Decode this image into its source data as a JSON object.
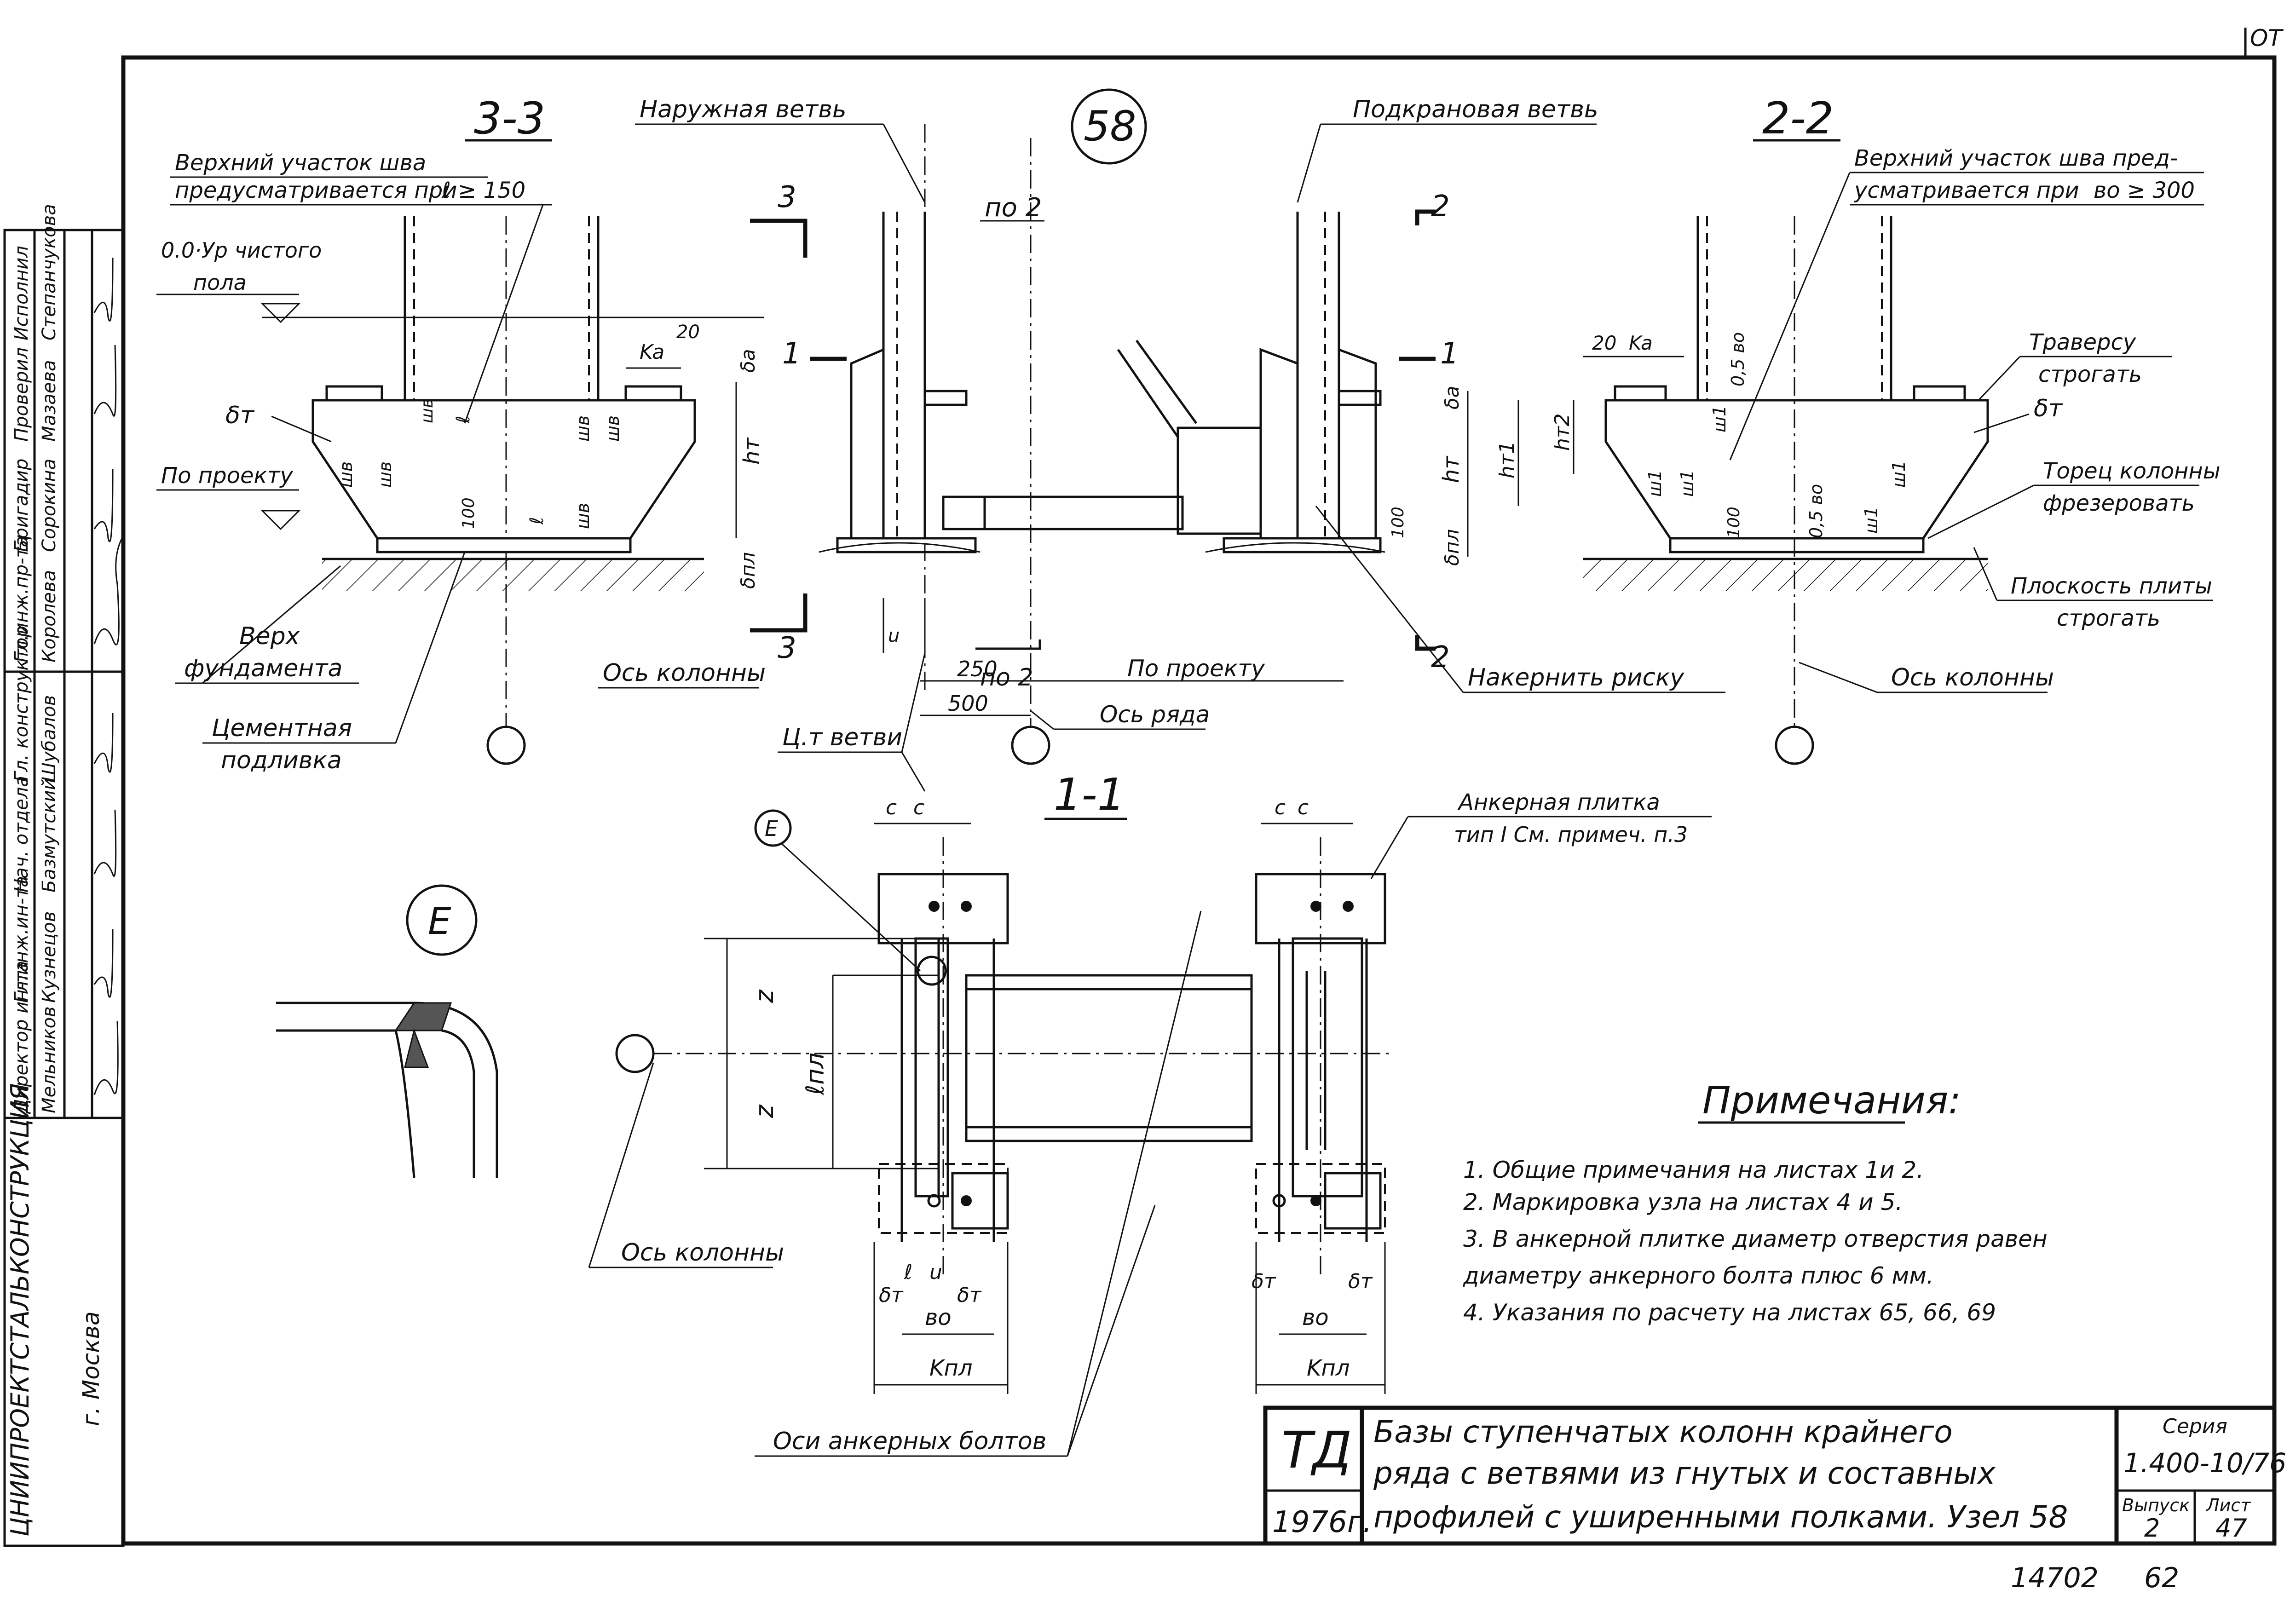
{
  "corner_mark": "ОТ",
  "node": "58",
  "section_33": {
    "title": "3-3",
    "top_weld_l1": "Верхний участок шва",
    "top_weld_l2": "предусматривается при",
    "top_weld_cond": "ℓ ≥ 150",
    "floor_l1": "0.0·Ур чистого",
    "floor_l2": "пола",
    "delta_t": "δт",
    "by_project": "По проекту",
    "ka": "Ka",
    "dim20": "20",
    "da": "δa",
    "ht": "hт",
    "shw": "шв",
    "shw2": "шв",
    "d100": "100",
    "l": "ℓ",
    "dpl": "δпл",
    "foundation_l1": "Верх",
    "foundation_l2": "фундамента",
    "grout_l1": "Цементная",
    "grout_l2": "подливка",
    "axis_col": "Ось колонны"
  },
  "center": {
    "outer_branch": "Наружная ветвь",
    "crane_branch": "Подкрановая ветвь",
    "po2": "по 2",
    "po2b": "по 2",
    "s3": "3",
    "s3b": "3",
    "s1": "1",
    "s1b": "1",
    "s2": "2",
    "s2b": "2",
    "u": "u",
    "d250": "250",
    "d500": "500",
    "by_project": "По проекту",
    "row_axis": "Ось ряда",
    "cg_branch": "Ц.т ветви",
    "scribe": "Накернить риску",
    "d100": "100"
  },
  "section_22": {
    "title": "2-2",
    "top_weld_l1": "Верхний участок шва пред-",
    "top_weld_l2": "усматривается при",
    "top_weld_cond": "вo ≥ 300",
    "traverse_l1": "Траверсу",
    "traverse_l2": "строгать",
    "delta_t": "δт",
    "col_end_l1": "Торец колонны",
    "col_end_l2": "фрезеровать",
    "plate_l1": "Плоскость плиты",
    "plate_l2": "строгать",
    "axis_col": "Ось колонны",
    "dim20": "20",
    "ka": "Ka",
    "half_bo": "0,5 вo",
    "half_bo2": "0,5 вo",
    "da": "δa",
    "ht": "hт",
    "ht1": "hт1",
    "ht2": "hт2",
    "dpl": "δпл",
    "w1": "ш1",
    "d100": "100"
  },
  "plan_11": {
    "title": "1-1",
    "anchor_plate_l1": "Анкерная плитка",
    "anchor_plate_l2": "тип I См. примеч. п.3",
    "c": "c",
    "z": "z",
    "lpl": "ℓпл",
    "axis_col": "Ось колонны",
    "anchor_axes": "Оси анкерных болтов",
    "e_mark": "Е",
    "dt": "δт",
    "bo": "вo",
    "kpl": "Kпл",
    "l": "ℓ",
    "u": "u"
  },
  "detail_e": {
    "label": "Е"
  },
  "notes": {
    "heading": "Примечания:",
    "items": [
      "1.  Общие примечания на листах 1и 2.",
      "2.  Маркировка узла на листах 4 и 5.",
      "3.  В анкерной плитке диаметр отверстия равен",
      "     диаметру анкерного болта плюс 6 мм.",
      "4.  Указания по расчету на листах 65, 66, 69"
    ]
  },
  "title_block": {
    "code": "ТД",
    "year": "1976г.",
    "title_l1": "Базы ступенчатых колонн крайнего",
    "title_l2": "ряда с ветвями из гнутых и составных",
    "title_l3": "профилей с уширенными полками. Узел 58",
    "series_label": "Серия",
    "series": "1.400-10/76",
    "issue_label": "Выпуск",
    "issue": "2",
    "sheet_label": "Лист",
    "sheet": "47"
  },
  "stamp": {
    "org": "ЦНИИПРОЕКТСТАЛЬКОНСТРУКЦИЯ",
    "city": "г. Москва",
    "rows": [
      {
        "role": "Директор ин-та",
        "name": "Мельников"
      },
      {
        "role": "Гл.инж.ин-та",
        "name": "Кузнецов"
      },
      {
        "role": "Нач. отдела",
        "name": "Базмутский"
      },
      {
        "role": "Гл. конструктор",
        "name": "Шубалов"
      },
      {
        "role": "Гл.инж.пр-та",
        "name": "Королева"
      },
      {
        "role": "Бригадир",
        "name": "Сорокина"
      },
      {
        "role": "Проверил",
        "name": "Мазаева"
      },
      {
        "role": "Исполнил",
        "name": "Степанчукова"
      }
    ]
  },
  "bottom_numbers": {
    "left": "14702",
    "right": "62"
  }
}
